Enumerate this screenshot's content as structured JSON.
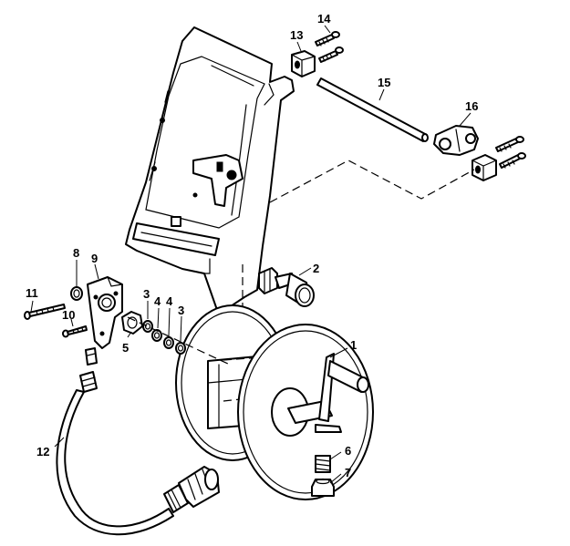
{
  "colors": {
    "line": "#000000",
    "background": "#ffffff"
  },
  "callouts": {
    "c1": "1",
    "c2": "2",
    "c3a": "3",
    "c3b": "3",
    "c4a": "4",
    "c4b": "4",
    "c5": "5",
    "c6": "6",
    "c7": "7",
    "c8": "8",
    "c9": "9",
    "c10": "10",
    "c11": "11",
    "c12": "12",
    "c13": "13",
    "c14": "14",
    "c15": "15",
    "c16": "16"
  }
}
